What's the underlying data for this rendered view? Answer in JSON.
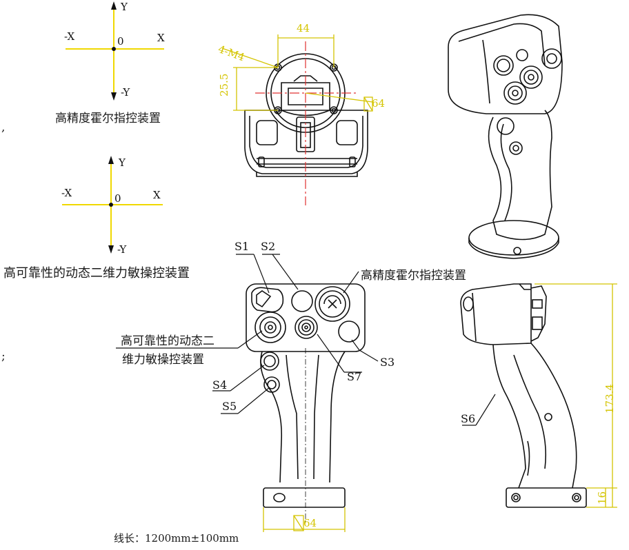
{
  "axis_labels": {
    "pos_y": "Y",
    "neg_y": "-Y",
    "pos_x": "X",
    "neg_x": "-X",
    "origin": "0"
  },
  "captions": {
    "hall_device": "高精度霍尔指控装置",
    "force_device": "高可靠性的动态二维力敏操控装置",
    "force_device_line1": "高可靠性的动态二",
    "force_device_line2": "维力敏操控装置"
  },
  "separators": {
    "comma": ",",
    "semicolon": ";"
  },
  "dimensions": {
    "width_top": "44",
    "thread": "4-M4",
    "height_left": "25.5",
    "square_top": "64",
    "square_bottom": "64",
    "total_height": "173.4",
    "base_height": "16"
  },
  "callouts": {
    "s1": "S1",
    "s2": "S2",
    "s3": "S3",
    "s4": "S4",
    "s5": "S5",
    "s6": "S6",
    "s7": "S7"
  },
  "cable_length": "线长：1200mm±100mm",
  "colors": {
    "dimension": "#d4c400",
    "centerline": "#e03030",
    "outline": "#111111"
  }
}
